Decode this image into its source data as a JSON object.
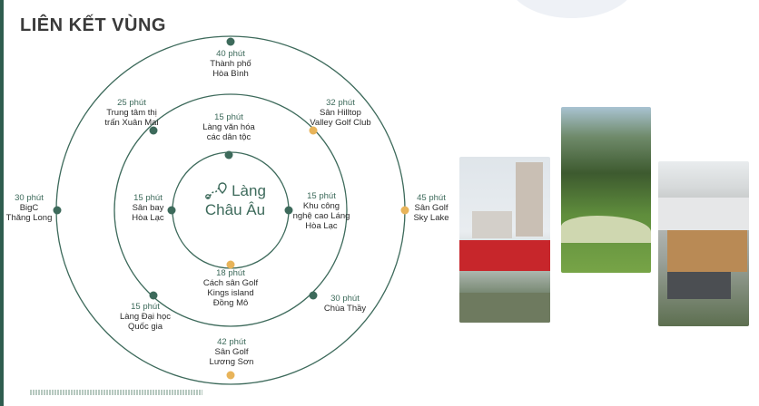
{
  "title": "LIÊN KẾT VÙNG",
  "center": {
    "line1": "Làng",
    "line2": "Châu Âu"
  },
  "locations": {
    "hoa_binh": {
      "time": "40 phút",
      "line1": "Thành phố",
      "line2": "Hòa Bình"
    },
    "xuan_mai": {
      "time": "25 phút",
      "line1": "Trung tâm thị",
      "line2": "trấn Xuân Mai"
    },
    "hilltop": {
      "time": "32 phút",
      "line1": "Sân Hilltop",
      "line2": "Valley Golf Club"
    },
    "van_hoa": {
      "time": "15 phút",
      "line1": "Làng văn hóa",
      "line2": "các dân tộc"
    },
    "bigc": {
      "time": "30 phút",
      "line1": "BigC",
      "line2": "Thăng Long"
    },
    "san_bay": {
      "time": "15 phút",
      "line1": "Sân bay",
      "line2": "Hòa Lạc"
    },
    "khu_cong_nghe": {
      "time": "15 phút",
      "line1": "Khu công",
      "line2": "nghệ cao Láng",
      "line3": "Hòa Lạc"
    },
    "sky_lake": {
      "time": "45 phút",
      "line1": "Sân Golf",
      "line2": "Sky Lake"
    },
    "kings_island": {
      "time": "18 phút",
      "line1": "Cách sân Golf",
      "line2": "Kings island",
      "line3": "Đồng Mô"
    },
    "dai_hoc": {
      "time": "15 phút",
      "line1": "Làng Đại học",
      "line2": "Quốc gia"
    },
    "chua_thay": {
      "time": "30 phút",
      "line1": "Chùa Thầy"
    },
    "luong_son": {
      "time": "42 phút",
      "line1": "Sân Golf",
      "line2": "Lương Sơn"
    }
  },
  "colors": {
    "ring": "#3d6a5b",
    "dot_green": "#3d6a5b",
    "dot_gold": "#e8b45a"
  }
}
